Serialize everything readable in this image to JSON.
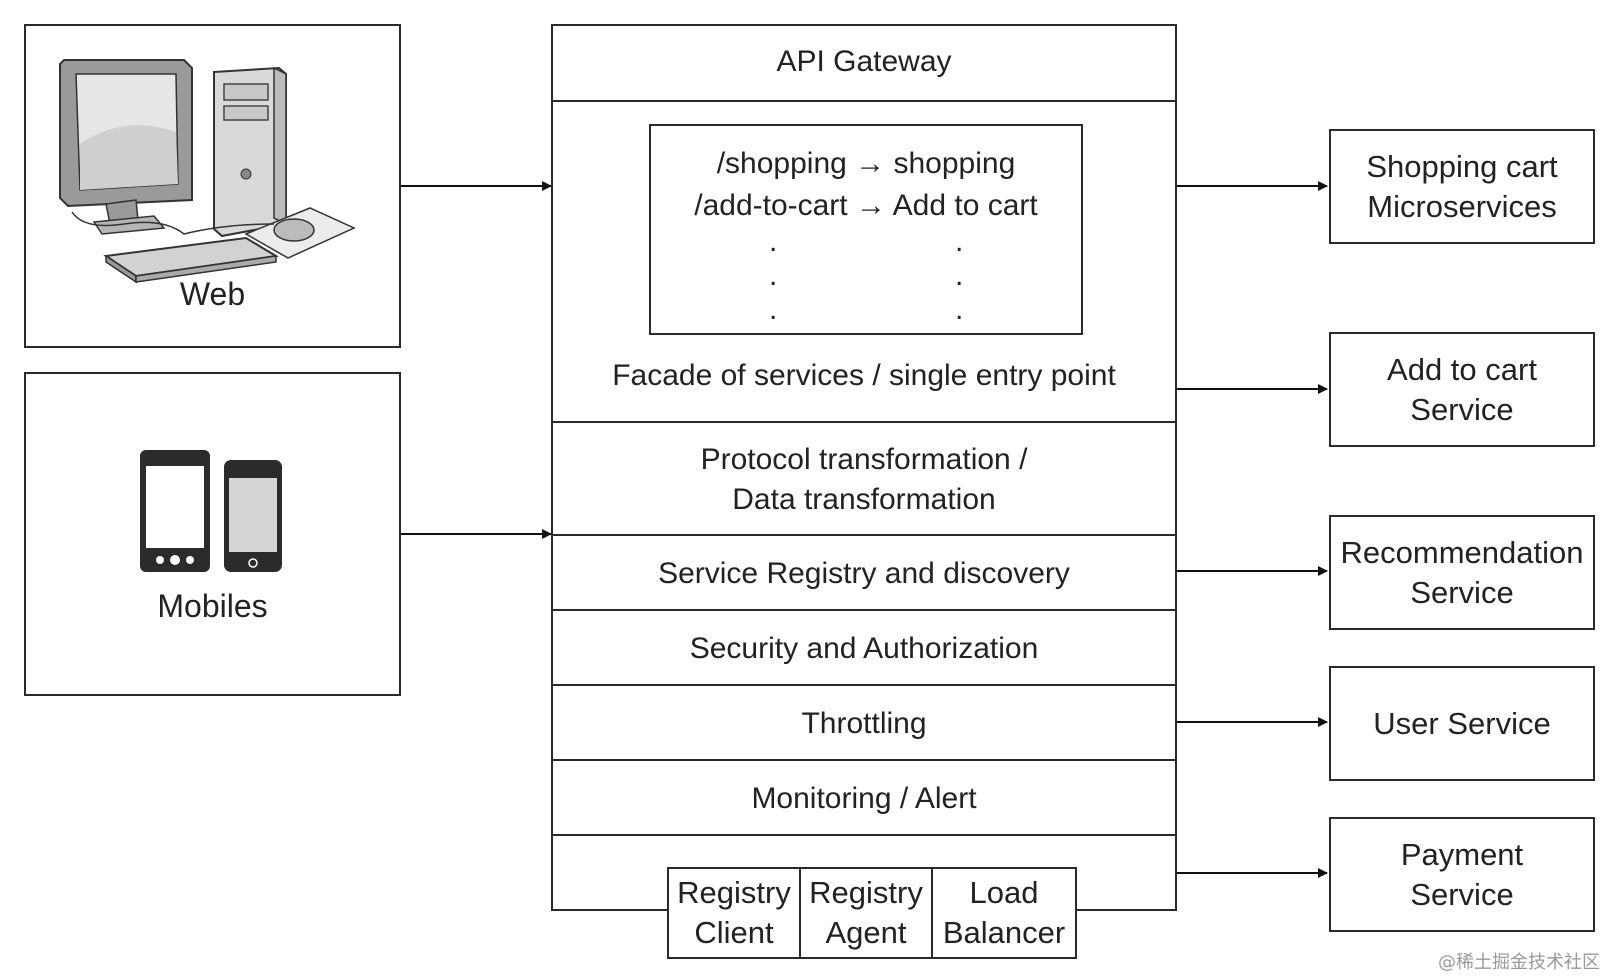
{
  "clients": {
    "web_label": "Web",
    "mobiles_label": "Mobiles"
  },
  "gateway": {
    "title": "API Gateway",
    "routes": [
      {
        "path": "/shopping",
        "arrow": "→",
        "target": "shopping"
      },
      {
        "path": "/add-to-cart",
        "arrow": "→",
        "target": "Add to cart"
      }
    ],
    "ellipsis": ".",
    "facade_label": "Facade of services / single entry point",
    "layers": [
      {
        "line1": "Protocol transformation /",
        "line2": "Data transformation"
      },
      {
        "line1": "Service Registry and discovery",
        "line2": ""
      },
      {
        "line1": "Security and Authorization",
        "line2": ""
      },
      {
        "line1": "Throttling",
        "line2": ""
      },
      {
        "line1": "Monitoring / Alert",
        "line2": ""
      }
    ],
    "registry_components": [
      {
        "line1": "Registry",
        "line2": "Client"
      },
      {
        "line1": "Registry",
        "line2": "Agent"
      },
      {
        "line1": "Load",
        "line2": "Balancer"
      }
    ]
  },
  "services": [
    {
      "line1": "Shopping cart",
      "line2": "Microservices"
    },
    {
      "line1": "Add to cart",
      "line2": "Service"
    },
    {
      "line1": "Recommendation",
      "line2": "Service"
    },
    {
      "line1": "User Service",
      "line2": ""
    },
    {
      "line1": "Payment",
      "line2": "Service"
    }
  ],
  "watermark": "@稀土掘金技术社区"
}
